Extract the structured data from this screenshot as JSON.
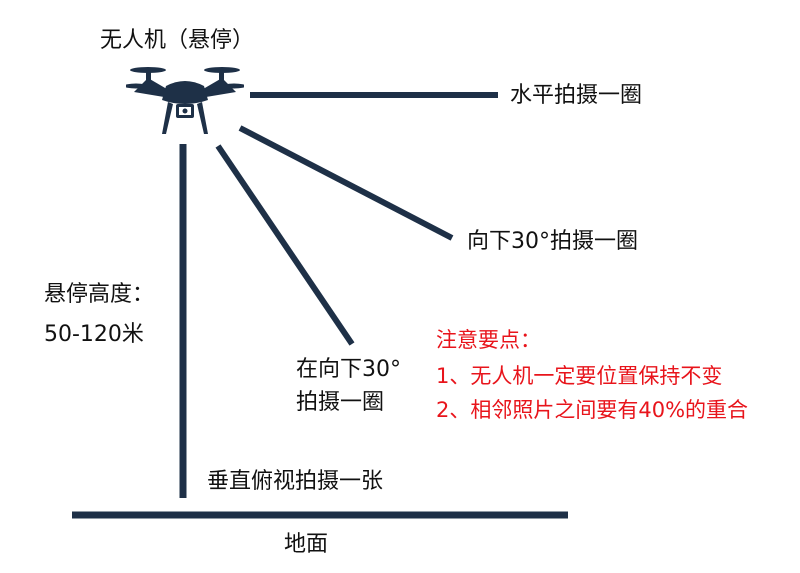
{
  "title": "无人机（悬停）",
  "labels": {
    "horizontal": "水平拍摄一圈",
    "down30": "向下30°拍摄一圈",
    "down30_again_line1": "在向下30°",
    "down30_again_line2": "拍摄一圈",
    "vertical": "垂直俯视拍摄一张",
    "ground": "地面",
    "height_label": "悬停高度：",
    "height_value": "50-120米"
  },
  "notes": {
    "title": "注意要点：",
    "items": [
      "1、无人机一定要位置保持不变",
      "2、相邻照片之间要有40%的重合"
    ]
  },
  "colors": {
    "line": "#1e3047",
    "text": "#111111",
    "notes": "#e8141b"
  },
  "icons": {
    "drone": "drone-icon"
  }
}
